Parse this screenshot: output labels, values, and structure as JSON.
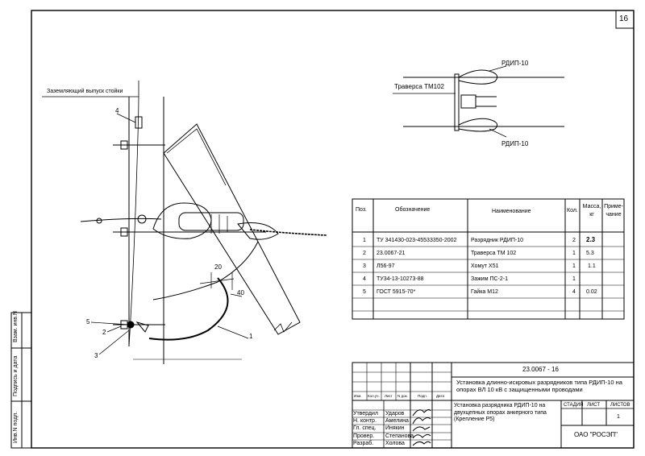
{
  "sheet": {
    "number": "16"
  },
  "left_stamp": {
    "inv_vzam": "Взам. инв.N",
    "signature_date": "Подпись и дата",
    "inv_podl": "Инв.N подл."
  },
  "drawing": {
    "grounding_label": "Заземляющий выпуск стойки",
    "callouts": {
      "c1": "1",
      "c2": "2",
      "c3": "3",
      "c4": "4",
      "c5": "5",
      "d20": "20",
      "d40": "40"
    }
  },
  "inset": {
    "rdip_top": "РДИП-10",
    "rdip_bottom": "РДИП-10",
    "traverse": "Траверса ТМ102"
  },
  "spec_table": {
    "headers": {
      "pos": "Поз.",
      "designation": "Обозначение",
      "name": "Наименование",
      "qty": "Кол.",
      "mass": "Масса, кг",
      "note": "Приме-чание"
    },
    "rows": [
      {
        "pos": "1",
        "designation": "ТУ 341430-023-45533350-2002",
        "name": "Разрядник РДИП-10",
        "qty": "2",
        "mass": "2.3",
        "note": ""
      },
      {
        "pos": "2",
        "designation": "23.0067-21",
        "name": "Траверса ТМ 102",
        "qty": "1",
        "mass": "5.3",
        "note": ""
      },
      {
        "pos": "3",
        "designation": "Л56-97",
        "name": "Хомут Х51",
        "qty": "1",
        "mass": "1.1",
        "note": ""
      },
      {
        "pos": "4",
        "designation": "ТУ34-13-10273-88",
        "name": "Зажим ПС-2-1",
        "qty": "1",
        "mass": "",
        "note": ""
      },
      {
        "pos": "5",
        "designation": "ГОСТ 5915-70*",
        "name": "Гайка М12",
        "qty": "4",
        "mass": "0.02",
        "note": ""
      }
    ]
  },
  "title_block": {
    "code": "23.0067 - 16",
    "description": "Установка длинно-искровых разрядников типа РДИП-10 на опорах ВЛ 10 кВ с защищенными проводами",
    "sheet_title": "Установка разрядника РДИП-10 на двухцепных опорах анкерного типа (Крепление Р5)",
    "org": "ОАО \"РОСЭП\"",
    "stage_label": "СТАДИЯ",
    "sheet_label": "ЛИСТ",
    "sheets_label": "ЛИСТОВ",
    "sheets_value": "1",
    "change_headers": [
      "Изм.",
      "Кол.уч.",
      "Лист",
      "N док.",
      "Подп.",
      "Дата"
    ],
    "signatures": [
      {
        "role": "Утвердил",
        "name": "Ударов"
      },
      {
        "role": "Н. контр.",
        "name": "Амелина"
      },
      {
        "role": "Гл. спец.",
        "name": "Инякин"
      },
      {
        "role": "Провер.",
        "name": "Степанова"
      },
      {
        "role": "Разраб.",
        "name": "Холова"
      }
    ]
  }
}
